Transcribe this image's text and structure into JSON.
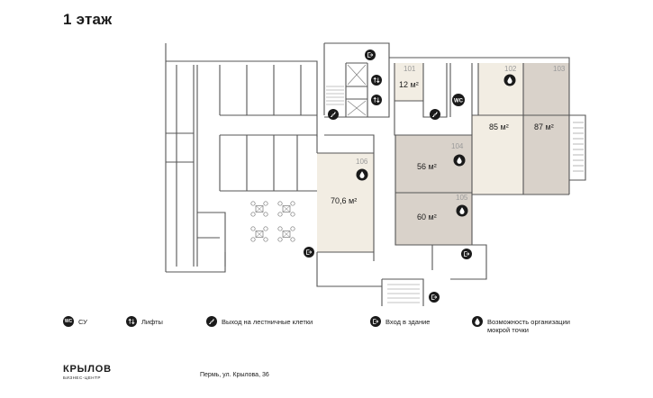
{
  "page": {
    "floor_title": "1 этаж"
  },
  "rooms": [
    {
      "number": "101",
      "area": "12 м²"
    },
    {
      "number": "102",
      "area": ""
    },
    {
      "number": "103",
      "area": "87 м²"
    },
    {
      "number": "104",
      "area": "56 м²"
    },
    {
      "number": "105",
      "area": "60 м²"
    },
    {
      "number": "106",
      "area": "70,6 м²"
    },
    {
      "number": "",
      "area": "85 м²"
    }
  ],
  "legend": {
    "wc": "СУ",
    "lifts": "Лифты",
    "stairs": "Выход на лестничные клетки",
    "entrance": "Вход в здание",
    "wet_point": "Возможность организации мокрой точки",
    "wc_badge": "WC"
  },
  "footer": {
    "brand": "КРЫЛОВ",
    "brand_sub": "БИЗНЕС-ЦЕНТР",
    "address": "Пермь, ул. Крылова, 36"
  },
  "colors": {
    "highlight_light": "#f2ede3",
    "highlight_dark": "#d9d2ca",
    "wall": "#555555",
    "icon_fill": "#1a1a1a"
  },
  "icons": [
    "wc-icon",
    "lift-icon",
    "stairs-icon",
    "entrance-icon",
    "water-drop-icon"
  ]
}
